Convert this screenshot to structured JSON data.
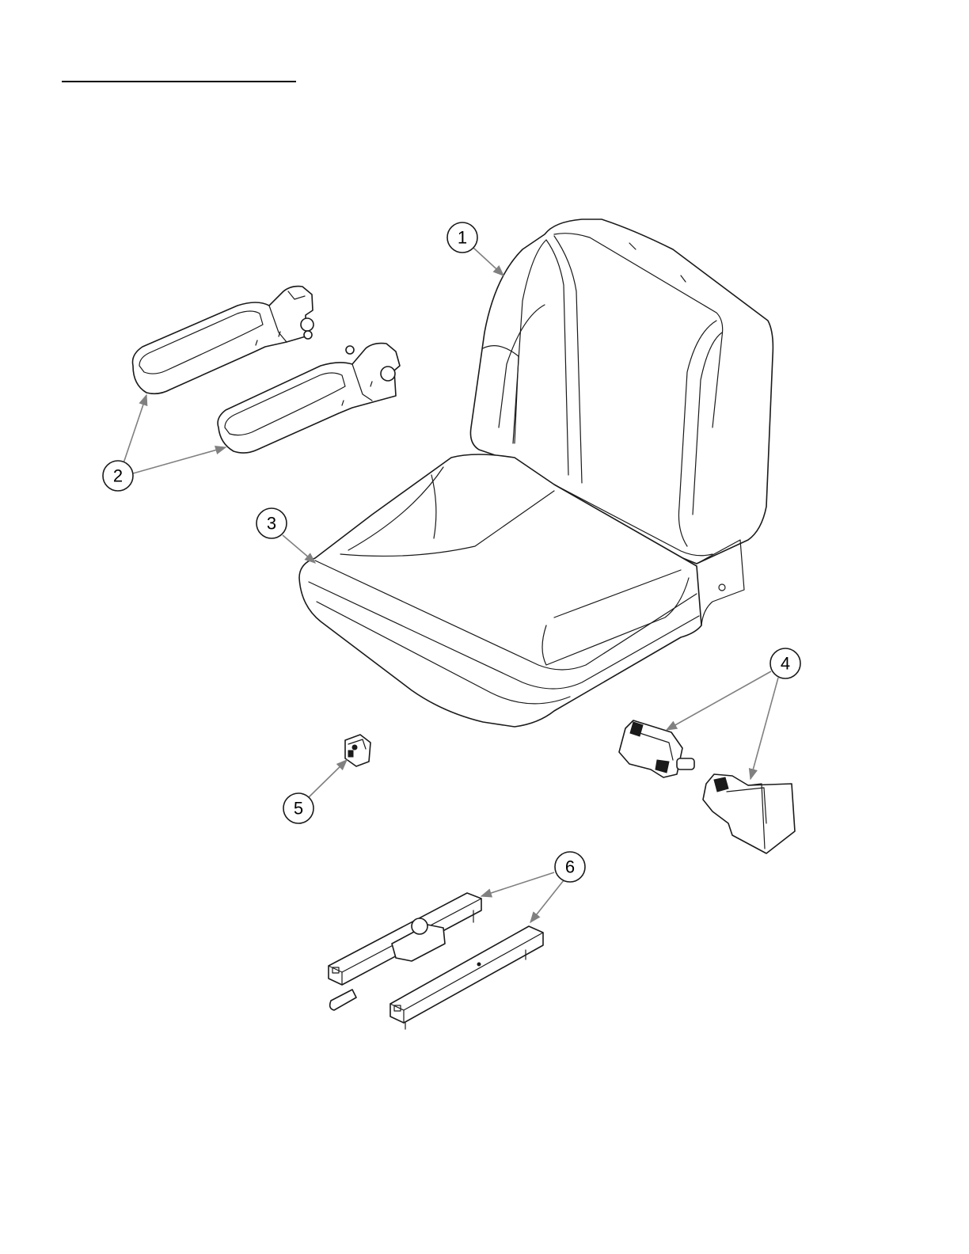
{
  "diagram": {
    "callouts": [
      {
        "id": "callout-1",
        "label": "1",
        "part": "seat-back"
      },
      {
        "id": "callout-2",
        "label": "2",
        "part": "armrests"
      },
      {
        "id": "callout-3",
        "label": "3",
        "part": "seat-cushion"
      },
      {
        "id": "callout-4",
        "label": "4",
        "part": "seat-belt-buckle"
      },
      {
        "id": "callout-5",
        "label": "5",
        "part": "seat-switch"
      },
      {
        "id": "callout-6",
        "label": "6",
        "part": "seat-slide-rails"
      }
    ]
  },
  "colors": {
    "line": "#1a1a1a",
    "leader": "#808080",
    "background": "#ffffff"
  }
}
